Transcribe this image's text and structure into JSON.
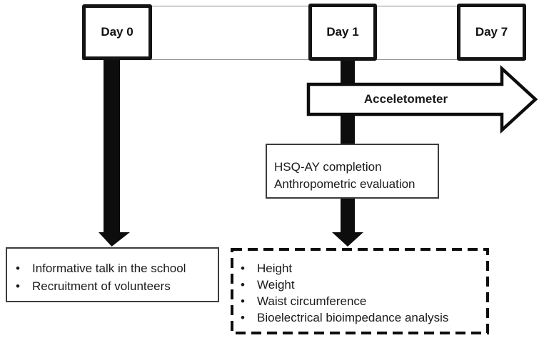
{
  "diagram": {
    "bullet": "•",
    "timeline": {
      "day_labels": [
        "Day 0",
        "Day 1",
        "Day 7"
      ]
    },
    "accelerometer_arrow": {
      "label": "Acceletometer"
    },
    "hsq_box": {
      "lines": [
        "HSQ-AY completion",
        "Anthropometric evaluation"
      ]
    },
    "recruitment_box": {
      "items": [
        "Informative talk in the school",
        "Recruitment of volunteers"
      ]
    },
    "measurements_box": {
      "items": [
        "Height",
        "Weight",
        "Waist circumference",
        "Bioelectrical bioimpedance analysis"
      ]
    },
    "colors": {
      "ink": "#0d0d0d",
      "box_border": "#3c3c3c",
      "timeline_border": "#8a8a8a",
      "background": "#ffffff"
    }
  }
}
